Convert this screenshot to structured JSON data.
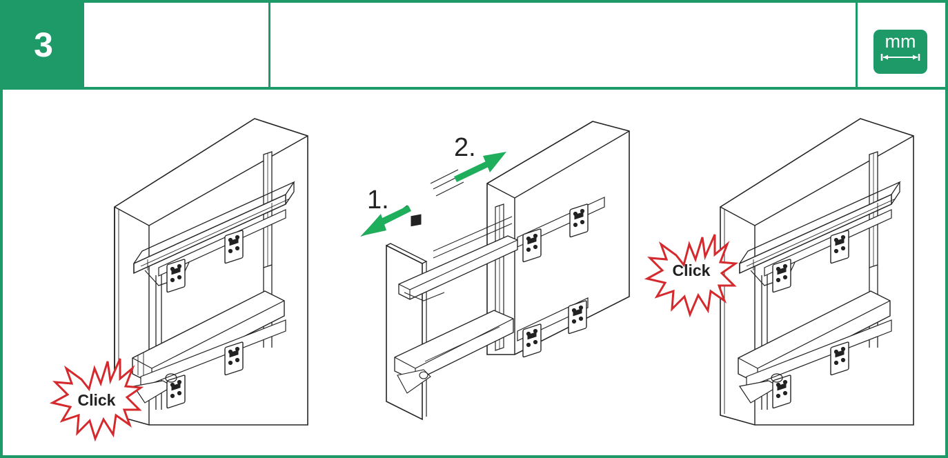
{
  "header": {
    "step_number": "3",
    "unit_badge": {
      "label": "mm",
      "icon": "measurement-arrow-icon"
    }
  },
  "illustrations": {
    "left": {
      "callout": "Click"
    },
    "middle": {
      "step1": "1.",
      "step2": "2."
    },
    "right": {
      "callout": "Click"
    }
  },
  "colors": {
    "brand_green": "#1e9a68",
    "arrow_green": "#1fae5b",
    "burst_red": "#d42a2e",
    "line": "#222222"
  }
}
